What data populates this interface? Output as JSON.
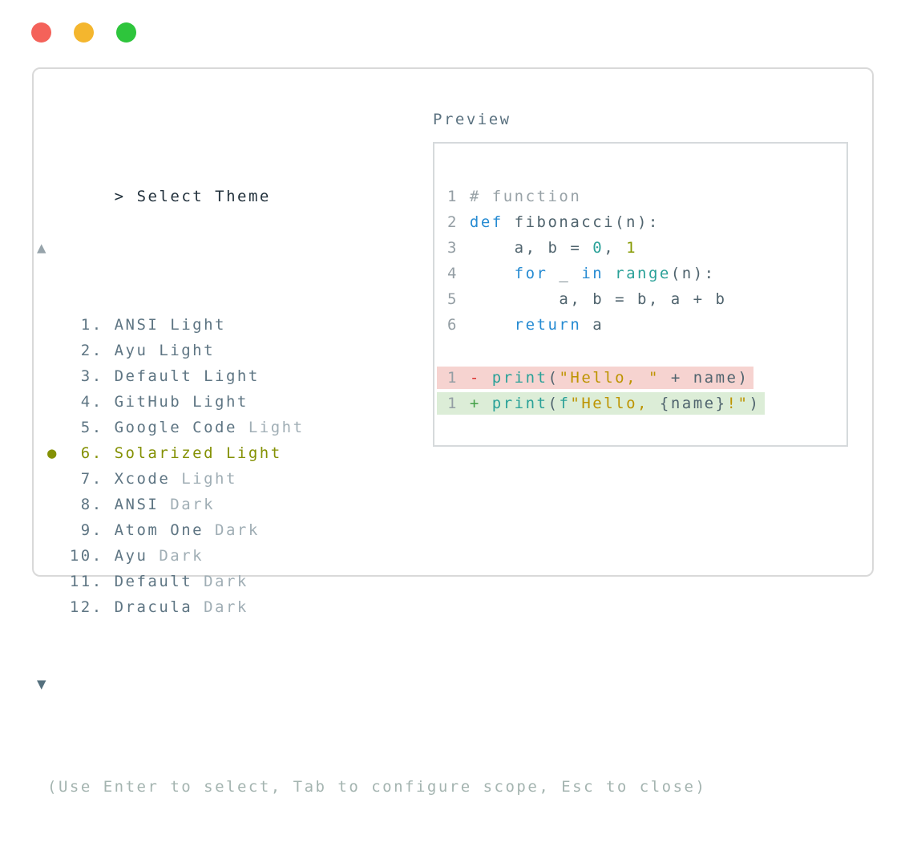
{
  "window": {
    "controls": {
      "close_color": "#f4625a",
      "minimize_color": "#f4b62e",
      "zoom_color": "#2ec53c"
    }
  },
  "colors": {
    "title": "#22313c",
    "item_name": "#5e7583",
    "item_variant_muted": "#a0aeb5",
    "selected": "#849104",
    "arrow_up": "#97a4ab",
    "arrow_down": "#55707e",
    "help": "#a4b4b0",
    "preview_header": "#5b7280",
    "gray": "#949ea4",
    "comment": "#98a2a7",
    "slate": "#50646e",
    "blue": "#268bd2",
    "cyan": "#2aa198",
    "gold": "#bd9400",
    "olive": "#859900",
    "red": "#dc322f",
    "green": "#43a047",
    "diff_removed_bg": "#f6d3d0",
    "diff_added_bg": "#dcedd7"
  },
  "picker": {
    "prompt_marker": ">",
    "title": "Select Theme",
    "scroll_up_icon": "▲",
    "scroll_down_icon": "▼",
    "selected_indicator": "●",
    "items": [
      {
        "number": 1,
        "name": "ANSI",
        "variant": "Light",
        "variant_muted": false,
        "selected": false
      },
      {
        "number": 2,
        "name": "Ayu",
        "variant": "Light",
        "variant_muted": false,
        "selected": false
      },
      {
        "number": 3,
        "name": "Default",
        "variant": "Light",
        "variant_muted": false,
        "selected": false
      },
      {
        "number": 4,
        "name": "GitHub",
        "variant": "Light",
        "variant_muted": false,
        "selected": false
      },
      {
        "number": 5,
        "name": "Google Code",
        "variant": "Light",
        "variant_muted": true,
        "selected": false
      },
      {
        "number": 6,
        "name": "Solarized",
        "variant": "Light",
        "variant_muted": false,
        "selected": true
      },
      {
        "number": 7,
        "name": "Xcode",
        "variant": "Light",
        "variant_muted": true,
        "selected": false
      },
      {
        "number": 8,
        "name": "ANSI",
        "variant": "Dark",
        "variant_muted": true,
        "selected": false
      },
      {
        "number": 9,
        "name": "Atom One",
        "variant": "Dark",
        "variant_muted": true,
        "selected": false
      },
      {
        "number": 10,
        "name": "Ayu",
        "variant": "Dark",
        "variant_muted": true,
        "selected": false
      },
      {
        "number": 11,
        "name": "Default",
        "variant": "Dark",
        "variant_muted": true,
        "selected": false
      },
      {
        "number": 12,
        "name": "Dracula",
        "variant": "Dark",
        "variant_muted": true,
        "selected": false
      }
    ],
    "help": "(Use Enter to select, Tab to configure scope, Esc to close)"
  },
  "preview": {
    "header": "Preview",
    "code_lines": [
      {
        "no": "1",
        "diff": null,
        "segments": [
          {
            "text": "# function",
            "color": "comment"
          }
        ]
      },
      {
        "no": "2",
        "diff": null,
        "segments": [
          {
            "text": "def ",
            "color": "blue"
          },
          {
            "text": "fibonacci(n):",
            "color": "slate"
          }
        ]
      },
      {
        "no": "3",
        "diff": null,
        "segments": [
          {
            "text": "    a, b = ",
            "color": "slate"
          },
          {
            "text": "0",
            "color": "cyan"
          },
          {
            "text": ", ",
            "color": "slate"
          },
          {
            "text": "1",
            "color": "olive"
          }
        ]
      },
      {
        "no": "4",
        "diff": null,
        "segments": [
          {
            "text": "    ",
            "color": "slate"
          },
          {
            "text": "for",
            "color": "blue"
          },
          {
            "text": " _ ",
            "color": "slate"
          },
          {
            "text": "in",
            "color": "blue"
          },
          {
            "text": " ",
            "color": "slate"
          },
          {
            "text": "range",
            "color": "cyan"
          },
          {
            "text": "(n):",
            "color": "slate"
          }
        ]
      },
      {
        "no": "5",
        "diff": null,
        "segments": [
          {
            "text": "        a, b = b, a + b",
            "color": "slate"
          }
        ]
      },
      {
        "no": "6",
        "diff": null,
        "segments": [
          {
            "text": "    ",
            "color": "slate"
          },
          {
            "text": "return",
            "color": "blue"
          },
          {
            "text": " a",
            "color": "slate"
          }
        ]
      },
      {
        "no": "",
        "diff": null,
        "segments": []
      },
      {
        "no": "1",
        "diff": "removed",
        "segments": [
          {
            "text": "- ",
            "color": "red"
          },
          {
            "text": "print",
            "color": "cyan"
          },
          {
            "text": "(",
            "color": "slate"
          },
          {
            "text": "\"Hello, \"",
            "color": "gold"
          },
          {
            "text": " + name)",
            "color": "slate"
          }
        ]
      },
      {
        "no": "1",
        "diff": "added",
        "segments": [
          {
            "text": "+ ",
            "color": "green"
          },
          {
            "text": "print",
            "color": "cyan"
          },
          {
            "text": "(",
            "color": "slate"
          },
          {
            "text": "f",
            "color": "cyan"
          },
          {
            "text": "\"Hello, ",
            "color": "gold"
          },
          {
            "text": "{name}",
            "color": "slate"
          },
          {
            "text": "!\"",
            "color": "gold"
          },
          {
            "text": ")",
            "color": "slate"
          }
        ]
      }
    ]
  }
}
